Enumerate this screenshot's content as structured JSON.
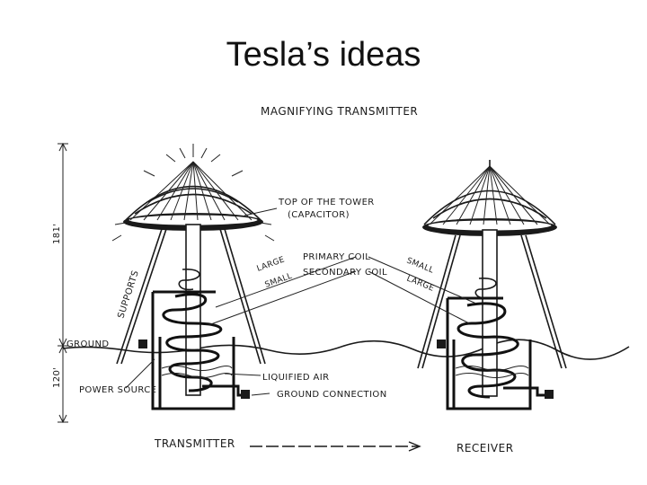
{
  "slide": {
    "title": "Tesla’s ideas"
  },
  "diagram": {
    "heading": "MAGNIFYING TRANSMITTER",
    "labels": {
      "top_of_tower": "TOP OF THE TOWER",
      "capacitor": "(CAPACITOR)",
      "height_181": "181'",
      "height_120": "120'",
      "supports": "SUPPORTS",
      "ground": "GROUND",
      "primary_coil": "PRIMARY COIL",
      "secondary_coil": "SECONDARY COIL",
      "large_left": "LARGE",
      "small_left": "SMALL",
      "small_right": "SMALL",
      "large_right": "LARGE",
      "power_source": "POWER SOURCE",
      "liquified_air": "LIQUIFIED AIR",
      "ground_connection": "GROUND CONNECTION",
      "transmitter": "TRANSMITTER",
      "receiver": "RECEIVER"
    }
  }
}
